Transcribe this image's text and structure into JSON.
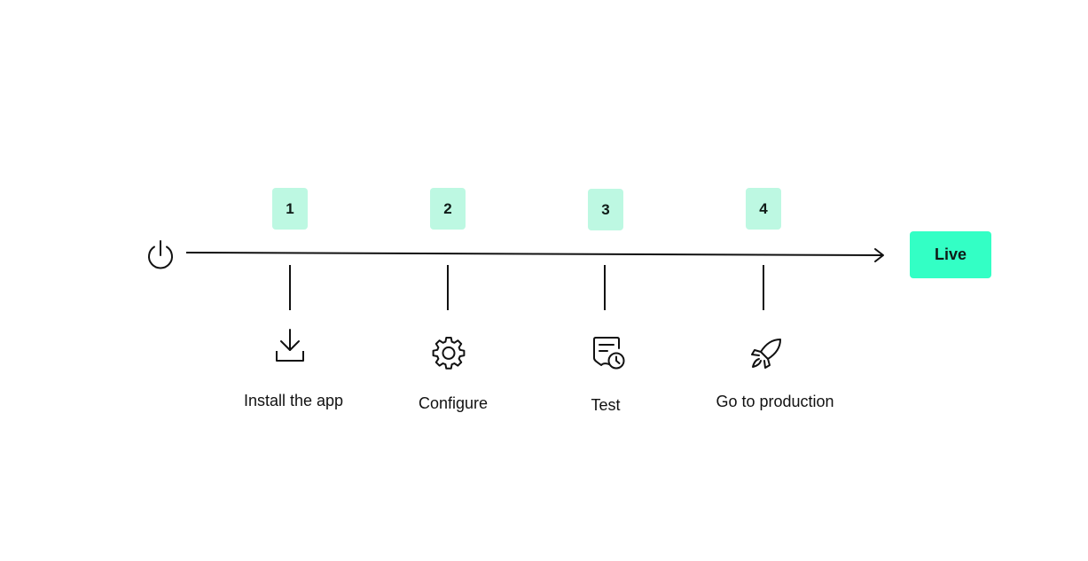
{
  "colors": {
    "step_badge_bg": "#bdf8e2",
    "live_badge_bg": "#33ffc5",
    "line": "#111111"
  },
  "start": {
    "icon": "power-icon"
  },
  "steps": [
    {
      "number": "1",
      "label": "Install the app",
      "icon": "download-icon"
    },
    {
      "number": "2",
      "label": "Configure",
      "icon": "gear-icon"
    },
    {
      "number": "3",
      "label": "Test",
      "icon": "test-document-clock-icon"
    },
    {
      "number": "4",
      "label": "Go to production",
      "icon": "rocket-icon"
    }
  ],
  "end": {
    "label": "Live"
  }
}
